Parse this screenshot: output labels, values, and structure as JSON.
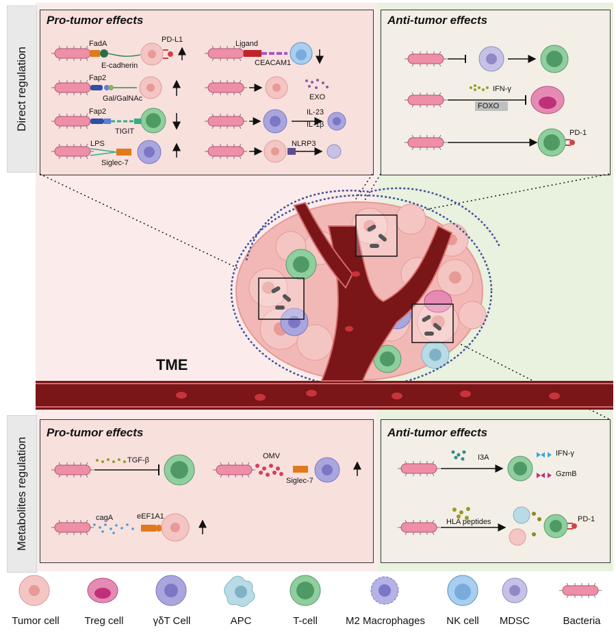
{
  "side_labels": {
    "direct": "Direct regulation",
    "metabolites": "Metabolites regulation"
  },
  "panels": {
    "direct_pro": {
      "title": "Pro-tumor effects",
      "labels": {
        "fada": "FadA",
        "ecadherin": "E-cadherin",
        "pdl1": "PD-L1",
        "fap2_a": "Fap2",
        "galgalnac": "Gal/GalNAc",
        "fap2_b": "Fap2",
        "tigit": "TIGIT",
        "lps": "LPS",
        "siglec7": "Siglec-7",
        "ligand": "Ligand",
        "ceacam1": "CEACAM1",
        "exo": "EXO",
        "il23": "IL-23",
        "il1b": "IL-1β",
        "nlrp3": "NLRP3"
      }
    },
    "direct_anti": {
      "title": "Anti-tumor effects",
      "labels": {
        "ifng": "IFN-γ",
        "foxo": "FOXO",
        "pd1": "PD-1"
      }
    },
    "metab_pro": {
      "title": "Pro-tumor effects",
      "labels": {
        "tgfb": "TGF-β",
        "omv": "OMV",
        "siglec7": "Siglec-7",
        "caga": "cagA",
        "eef1a1": "eEF1A1"
      }
    },
    "metab_anti": {
      "title": "Anti-tumor effects",
      "labels": {
        "i3a": "I3A",
        "ifng": "IFN-γ",
        "gzmb": "GzmB",
        "hla": "HLA peptides",
        "pd1": "PD-1"
      }
    }
  },
  "center": {
    "tme": "TME"
  },
  "legend": [
    {
      "label": "Tumor cell",
      "icon": "tumor-cell-icon",
      "color": "#f4c6c3"
    },
    {
      "label": "Treg cell",
      "icon": "treg-cell-icon",
      "color": "#e58bb3"
    },
    {
      "label": "γδT Cell",
      "icon": "gdt-cell-icon",
      "color": "#a9a6dd"
    },
    {
      "label": "APC",
      "icon": "apc-icon",
      "color": "#b8dbe6"
    },
    {
      "label": "T-cell",
      "icon": "t-cell-icon",
      "color": "#8fcf9e"
    },
    {
      "label": "M2 Macrophages",
      "icon": "m2-macrophage-icon",
      "color": "#b4b2e6"
    },
    {
      "label": "NK cell",
      "icon": "nk-cell-icon",
      "color": "#a8cff0"
    },
    {
      "label": "MDSC",
      "icon": "mdsc-icon",
      "color": "#c6c2e6"
    },
    {
      "label": "Bacteria",
      "icon": "bacteria-icon",
      "color": "#ee8fa7"
    }
  ],
  "colors": {
    "vessel": "#7a1518",
    "bacteria": "#ee8fa7",
    "pink_bg": "#fbeceb",
    "green_bg": "#e9f1df"
  }
}
